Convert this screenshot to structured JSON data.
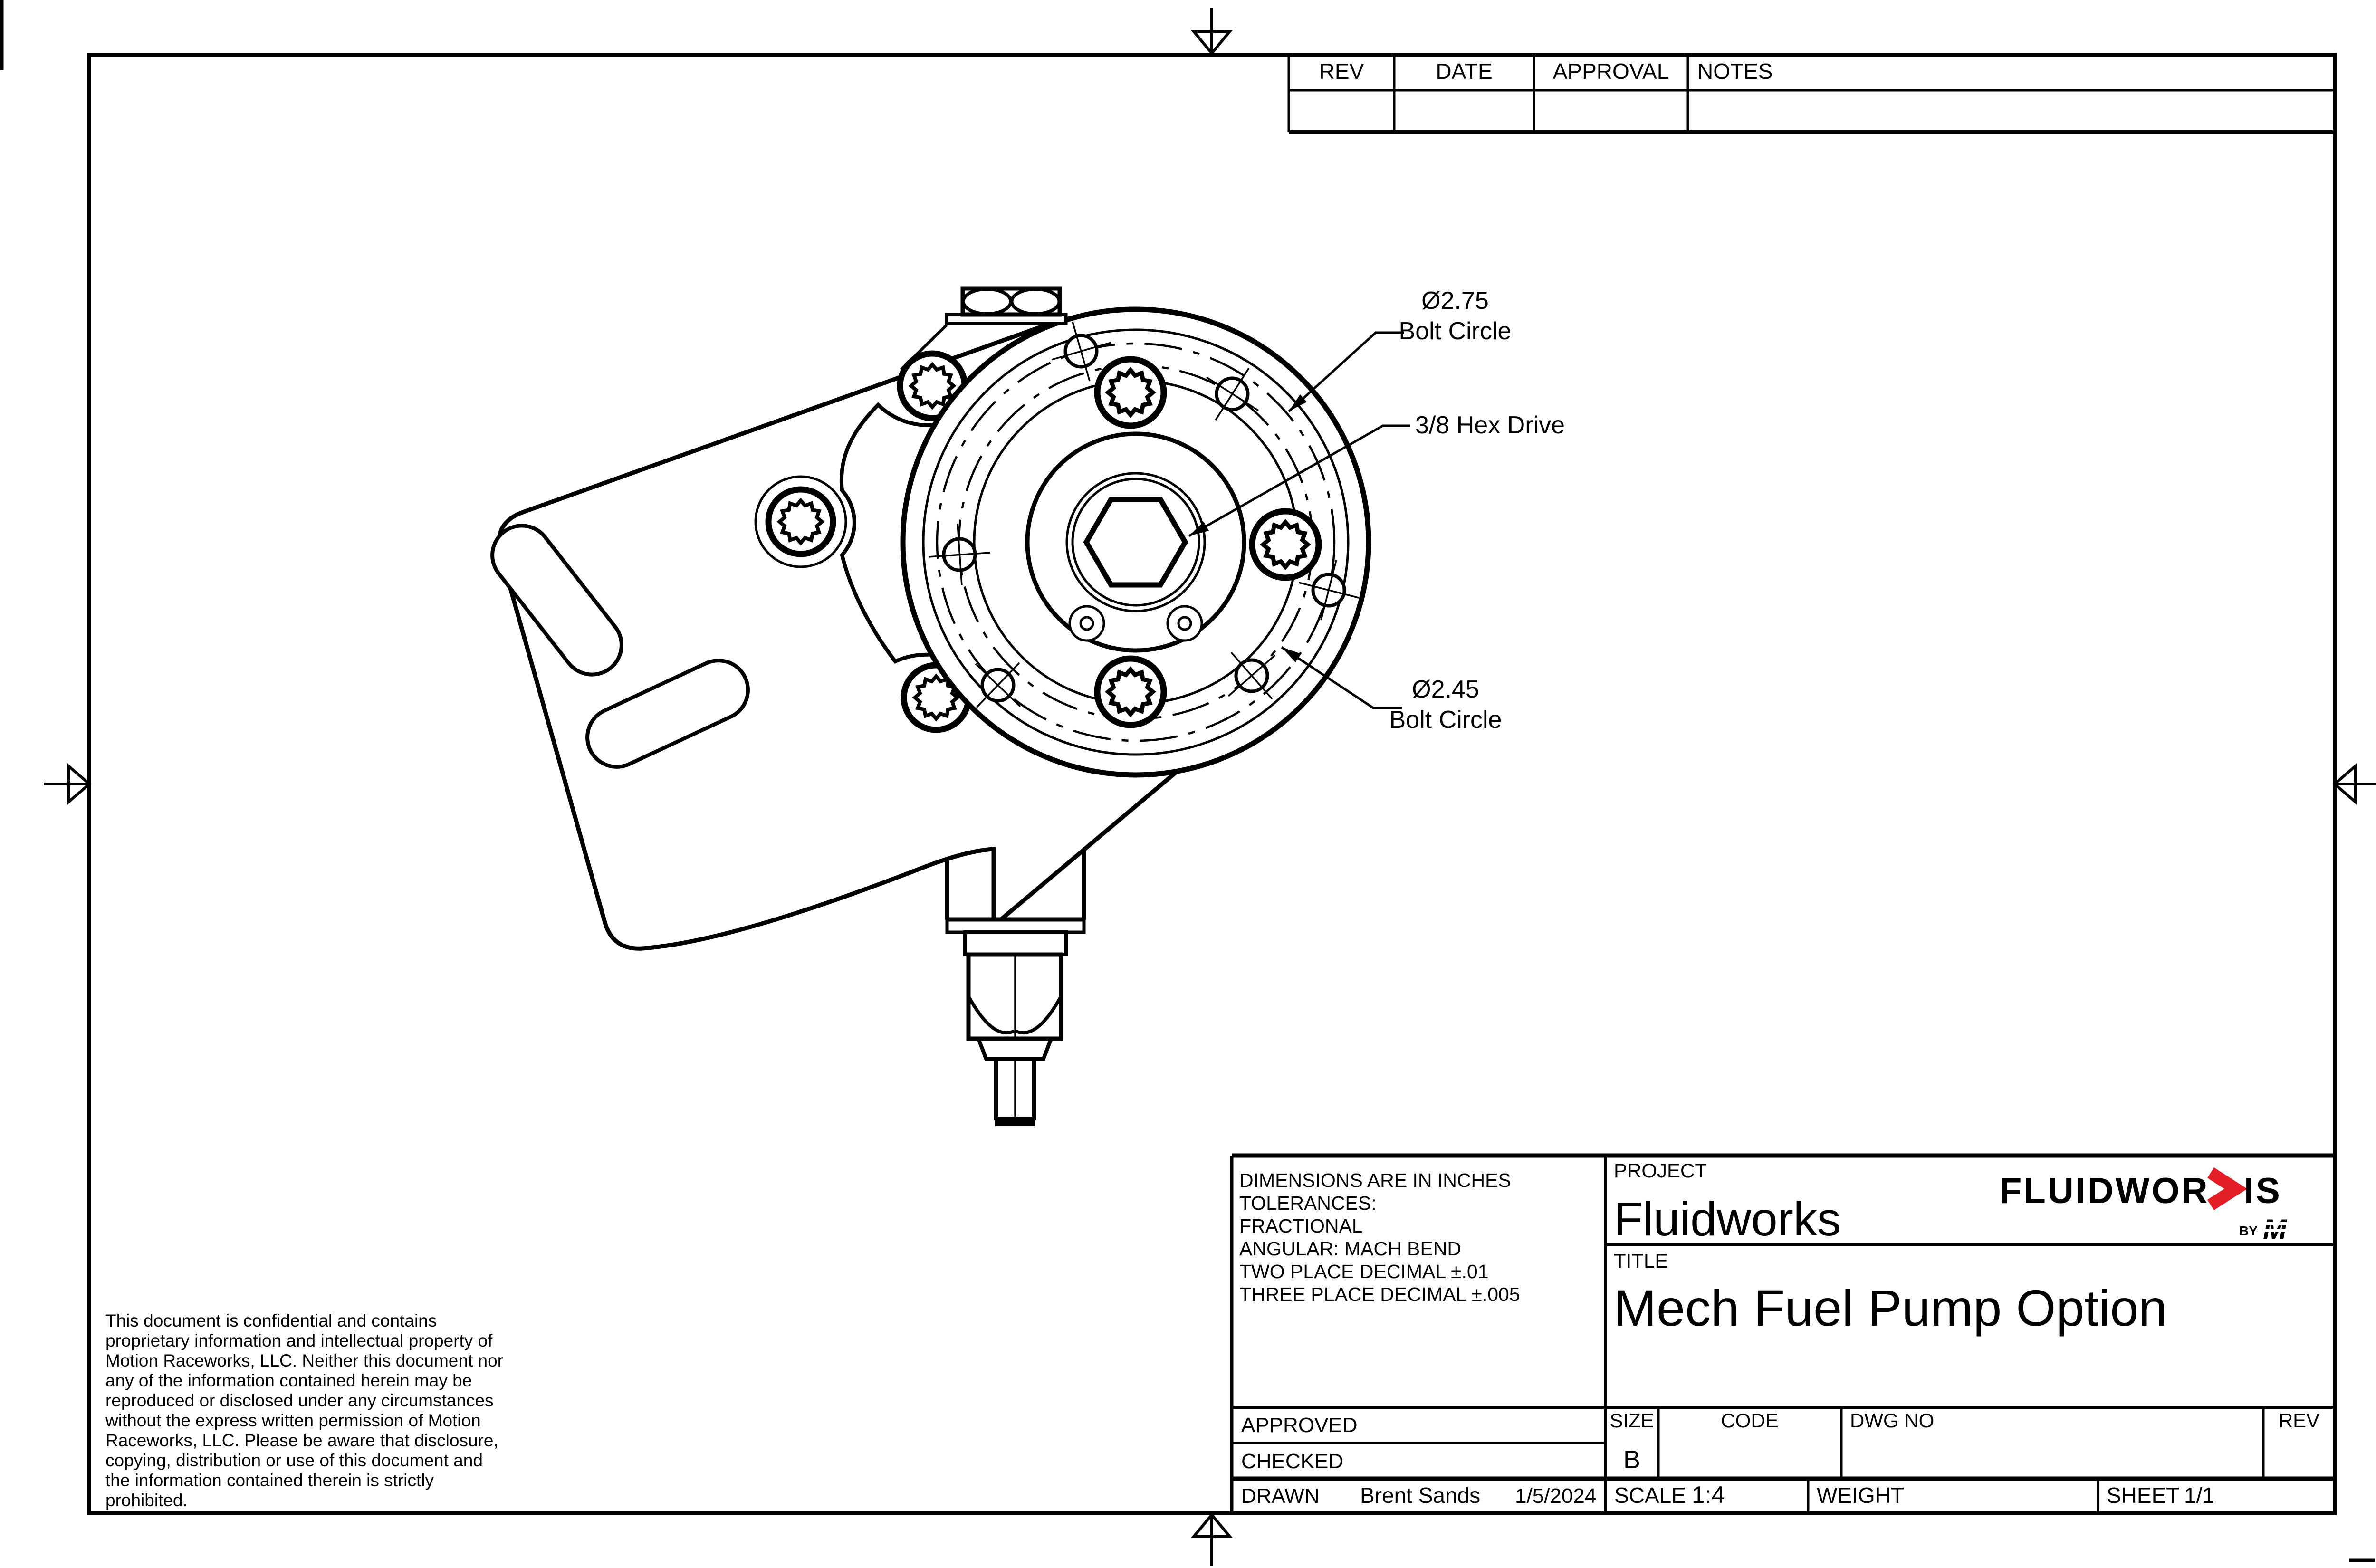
{
  "sheet": {
    "background": "#ffffff",
    "line_color": "#000000"
  },
  "rev_table": {
    "headers": [
      "REV",
      "DATE",
      "APPROVAL",
      "NOTES"
    ]
  },
  "annotations": {
    "bolt_circle_275": {
      "line1": "Ø2.75",
      "line2": "Bolt Circle"
    },
    "hex_drive": "3/8 Hex Drive",
    "bolt_circle_245": {
      "line1": "Ø2.45",
      "line2": "Bolt Circle"
    }
  },
  "confidentiality": {
    "lines": [
      "This document is confidential and contains",
      "proprietary information and intellectual property of",
      "Motion Raceworks, LLC. Neither this document nor",
      "any of the information contained herein may be",
      "reproduced or disclosed under any circumstances",
      "without the express written permission of Motion",
      "Raceworks, LLC. Please be aware that disclosure,",
      "copying, distribution or use of this document and",
      "the information contained therein is strictly",
      "prohibited."
    ]
  },
  "title_block": {
    "tolerance_lines": [
      "DIMENSIONS ARE IN INCHES",
      "TOLERANCES:",
      "FRACTIONAL",
      "ANGULAR: MACH BEND",
      "TWO PLACE DECIMAL ±.01",
      "THREE PLACE DECIMAL ±.005"
    ],
    "project_label": "PROJECT",
    "project": "Fluidworks",
    "title_label": "TITLE",
    "title": "Mech Fuel Pump Option",
    "approved_label": "APPROVED",
    "checked_label": "CHECKED",
    "drawn_label": "DRAWN",
    "drawn_by": "Brent Sands",
    "drawn_date": "1/5/2024",
    "size_label": "SIZE",
    "size": "B",
    "code_label": "CODE",
    "dwg_no_label": "DWG NO",
    "rev_label": "REV",
    "scale_label": "SCALE",
    "scale": "1:4",
    "weight_label": "WEIGHT",
    "sheet_label": "SHEET",
    "sheet": "1/1"
  },
  "logo": {
    "part1": "FLUIDWOR",
    "part2": "IS",
    "by": "BY",
    "m": "M",
    "accent_color": "#e31e26"
  }
}
